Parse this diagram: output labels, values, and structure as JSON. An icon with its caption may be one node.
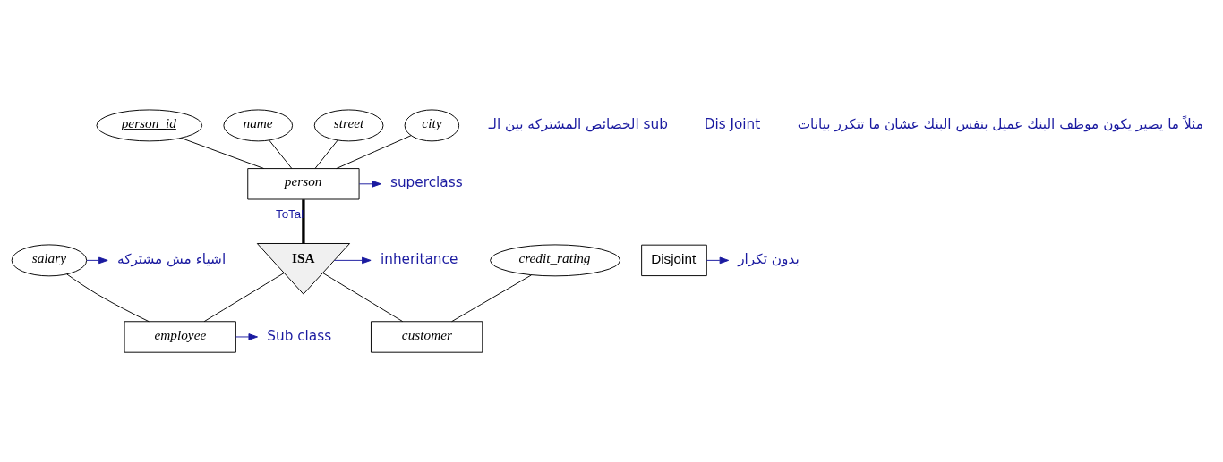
{
  "diagram": {
    "nodes": [
      {
        "text": [
          "person_id"
        ]
      },
      {
        "text": [
          "name"
        ]
      },
      {
        "text": [
          "street"
        ]
      },
      {
        "text": [
          "city"
        ]
      },
      {
        "text": [
          "person"
        ]
      },
      {
        "text": [
          "ISA"
        ]
      },
      {
        "text": [
          "Disjoint"
        ]
      },
      {
        "text": [
          "salary"
        ]
      },
      {
        "text": [
          "credit_rating"
        ]
      },
      {
        "text": [
          "employee"
        ]
      },
      {
        "text": [
          "customer"
        ]
      },
      {
        "text": [
          "superclass"
        ]
      },
      {
        "text": [
          "inheritance"
        ]
      },
      {
        "text": [
          "Sub class"
        ]
      },
      {
        "text": [
          "اشياء مش مشتركه"
        ]
      },
      {
        "text": [
          "بدون تكرار"
        ]
      }
    ],
    "edges": [
      {
        "from": 0,
        "to": 4,
        "arrow": "none"
      },
      {
        "from": 1,
        "to": 4,
        "arrow": "none"
      },
      {
        "from": 2,
        "to": 4,
        "arrow": "none"
      },
      {
        "from": 3,
        "to": 4,
        "arrow": "none"
      },
      {
        "from": 4,
        "to": 5,
        "arrow": "none",
        "label": "ToTal",
        "style": "thick"
      },
      {
        "from": 5,
        "to": 9,
        "arrow": "none"
      },
      {
        "from": 5,
        "to": 10,
        "arrow": "none"
      },
      {
        "from": 7,
        "to": 9,
        "arrow": "none"
      },
      {
        "from": 8,
        "to": 10,
        "arrow": "none"
      },
      {
        "from": 4,
        "to": 11,
        "arrow": "to",
        "color": "#1a1aa0"
      },
      {
        "from": 5,
        "to": 12,
        "arrow": "to",
        "color": "#1a1aa0"
      },
      {
        "from": 9,
        "to": 13,
        "arrow": "to",
        "color": "#1a1aa0"
      },
      {
        "from": 7,
        "to": 14,
        "arrow": "to",
        "color": "#1a1aa0"
      },
      {
        "from": 6,
        "to": 15,
        "arrow": "to",
        "color": "#1a1aa0"
      }
    ],
    "labels": [
      "الخصائص المشتركه بين الـ sub",
      "Dis Joint",
      "مثلاً ما يصير يكون موظف البنك عميل بنفس البنك عشان ما تتكرر بيانات"
    ]
  }
}
